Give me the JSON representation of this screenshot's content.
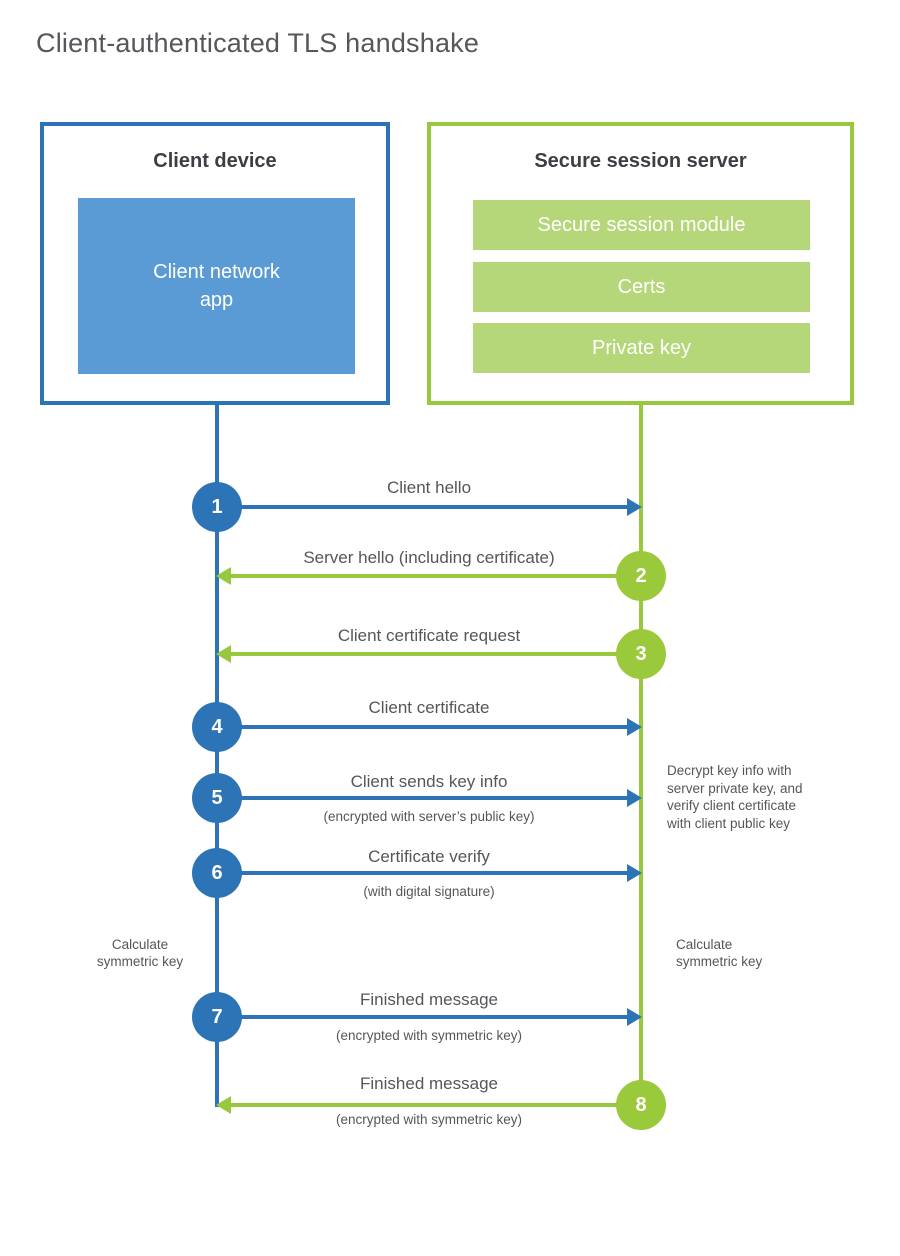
{
  "title": "Client-authenticated TLS handshake",
  "colors": {
    "blue_accent": "#2d74b7",
    "blue_fill": "#5b9bd5",
    "green_accent": "#97c83e",
    "green_fill": "#b5d77a",
    "text_gray": "#54565a"
  },
  "client": {
    "title": "Client device",
    "app_label": "Client network\napp"
  },
  "server": {
    "title": "Secure session server",
    "modules": [
      "Secure session module",
      "Certs",
      "Private key"
    ]
  },
  "messages": [
    {
      "number": "1",
      "label": "Client hello",
      "sub": "",
      "from": "client",
      "to": "server"
    },
    {
      "number": "2",
      "label": "Server hello (including certificate)",
      "sub": "",
      "from": "server",
      "to": "client"
    },
    {
      "number": "3",
      "label": "Client certificate request",
      "sub": "",
      "from": "server",
      "to": "client"
    },
    {
      "number": "4",
      "label": "Client certificate",
      "sub": "",
      "from": "client",
      "to": "server"
    },
    {
      "number": "5",
      "label": "Client sends key info",
      "sub": "(encrypted with server’s public key)",
      "from": "client",
      "to": "server"
    },
    {
      "number": "6",
      "label": "Certificate verify",
      "sub": "(with digital signature)",
      "from": "client",
      "to": "server"
    },
    {
      "number": "7",
      "label": "Finished message",
      "sub": "(encrypted with symmetric key)",
      "from": "client",
      "to": "server"
    },
    {
      "number": "8",
      "label": "Finished message",
      "sub": "(encrypted with symmetric key)",
      "from": "server",
      "to": "client"
    }
  ],
  "notes": {
    "decrypt": "Decrypt key info with\nserver private key, and\nverify client certificate\nwith client public key",
    "calc_left": "Calculate\nsymmetric key",
    "calc_right": "Calculate\nsymmetric key"
  }
}
